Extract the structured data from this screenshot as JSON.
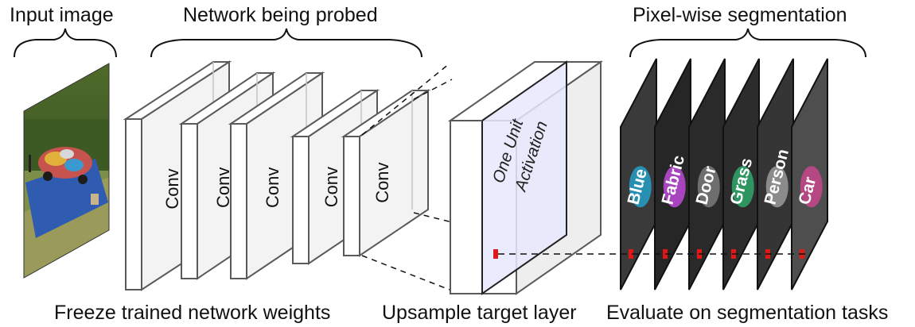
{
  "headers": {
    "input": "Input image",
    "network": "Network being probed",
    "segmentation": "Pixel-wise segmentation"
  },
  "captions": {
    "freeze": "Freeze trained network weights",
    "upsample": "Upsample target layer",
    "evaluate": "Evaluate on segmentation tasks"
  },
  "conv_layers": [
    "Conv",
    "Conv",
    "Conv",
    "Conv",
    "Conv"
  ],
  "activation_label": [
    "One Unit",
    "Activation"
  ],
  "segmentation_tasks": [
    {
      "label": "Blue",
      "fill": "#3a3a3a",
      "accent": "#25a0c8"
    },
    {
      "label": "Fabric",
      "fill": "#262626",
      "accent": "#c04ad8"
    },
    {
      "label": "Door",
      "fill": "#2a2a2a",
      "accent": "#7a7a7a"
    },
    {
      "label": "Grass",
      "fill": "#2c2c2c",
      "accent": "#2fa86a"
    },
    {
      "label": "Person",
      "fill": "#353535",
      "accent": "#9a9a9a"
    },
    {
      "label": "Car",
      "fill": "#4e4e4e",
      "accent": "#c8488c"
    }
  ],
  "colors": {
    "marker": "#e01818",
    "activation_fill": "#e6e8fb",
    "grass": "#6c8a3c",
    "tarp": "#2f5cb0"
  }
}
